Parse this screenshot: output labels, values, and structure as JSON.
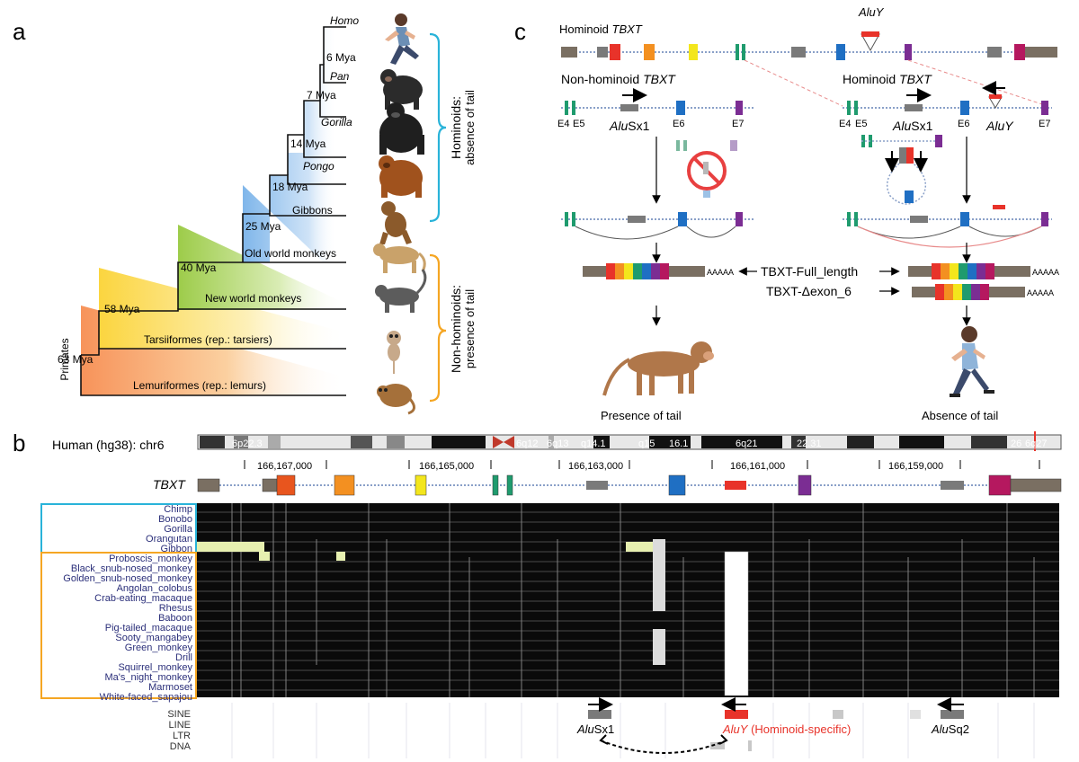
{
  "panel_labels": {
    "a": "a",
    "b": "b",
    "c": "c"
  },
  "panel_a": {
    "root_label": "Primates",
    "nodes": [
      {
        "age": "63 Mya"
      },
      {
        "age": "58 Mya"
      },
      {
        "age": "40 Mya"
      },
      {
        "age": "25 Mya"
      },
      {
        "age": "18 Mya"
      },
      {
        "age": "14 Mya"
      },
      {
        "age": "7 Mya"
      },
      {
        "age": "6 Mya"
      }
    ],
    "taxa": {
      "homo": "Homo",
      "pan": "Pan",
      "gorilla": "Gorilla",
      "pongo": "Pongo",
      "gibbons": "Gibbons",
      "old_world": "Old world monkeys",
      "new_world": "New world monkeys",
      "tarsiiformes": "Tarsiiformes (rep.: tarsiers)",
      "lemuriformes": "Lemuriformes (rep.: lemurs)"
    },
    "hominoid_label": [
      "Hominoids:",
      "absence of tail"
    ],
    "nonhominoid_label": [
      "Non-hominoids:",
      "presence of tail"
    ],
    "colors": {
      "hominoid_bracket": "#29b3d9",
      "nonhominoid_bracket": "#f5a623",
      "blue": "#aacdf0",
      "green": "#9dcc4a",
      "yellow": "#fbd53f",
      "orange": "#f7935a"
    }
  },
  "panel_c": {
    "top_gene": {
      "prefix": "Hominoid ",
      "gene": "TBXT"
    },
    "top_alu": "AluY",
    "left_title": {
      "prefix": "Non-hominoid ",
      "gene": "TBXT"
    },
    "right_title": {
      "prefix": "Hominoid ",
      "gene": "TBXT"
    },
    "exon_labels": {
      "e4": "E4",
      "e5": "E5",
      "e6": "E6",
      "e7": "E7"
    },
    "alusx1": {
      "italic": "Alu",
      "rest": "Sx1"
    },
    "aluy": "AluY",
    "polya": "AAAAA",
    "transcript_full": "TBXT-Full_length",
    "transcript_del": "TBXT-Δexon_6",
    "outcome_left": "Presence of tail",
    "outcome_right": "Absence of tail",
    "exon_colors": [
      "#e8332a",
      "#f39021",
      "#f3e61c",
      "#1f9b6e",
      "#1f6fc3",
      "#7b2d93",
      "#b5185f"
    ]
  },
  "panel_b": {
    "track_title": "Human (hg38): chr6",
    "band_labels": [
      "6p22.3",
      "6q12",
      "6q13",
      "q14.1",
      "q15",
      "16.1",
      "6q21",
      "22.31",
      "26",
      "6q27"
    ],
    "positions": [
      "166,167,000",
      "166,165,000",
      "166,163,000",
      "166,161,000",
      "166,159,000"
    ],
    "gene_label": "TBXT",
    "species_hominoid": [
      "Chimp",
      "Bonobo",
      "Gorilla",
      "Orangutan",
      "Gibbon"
    ],
    "species_nonhominoid": [
      "Proboscis_monkey",
      "Black_snub-nosed_monkey",
      "Golden_snub-nosed_monkey",
      "Angolan_colobus",
      "Crab-eating_macaque",
      "Rhesus",
      "Baboon",
      "Pig-tailed_macaque",
      "Sooty_mangabey",
      "Green_monkey",
      "Drill",
      "Squirrel_monkey",
      "Ma's_night_monkey",
      "Marmoset",
      "White-faced_sapajou"
    ],
    "repeat_classes": [
      "SINE",
      "LINE",
      "LTR",
      "DNA"
    ],
    "repeat_alusx1": {
      "italic": "Alu",
      "rest": "Sx1"
    },
    "repeat_aluy": {
      "italic": "AluY",
      "rest": " (Hominoid-specific)"
    },
    "repeat_alusq2": {
      "italic": "Alu",
      "rest": "Sq2"
    },
    "colors": {
      "hominoid_box": "#29b3d9",
      "nonhominoid_box": "#f5a623",
      "aluy_red": "#e8332a",
      "species_text": "#2b2f7a"
    }
  }
}
